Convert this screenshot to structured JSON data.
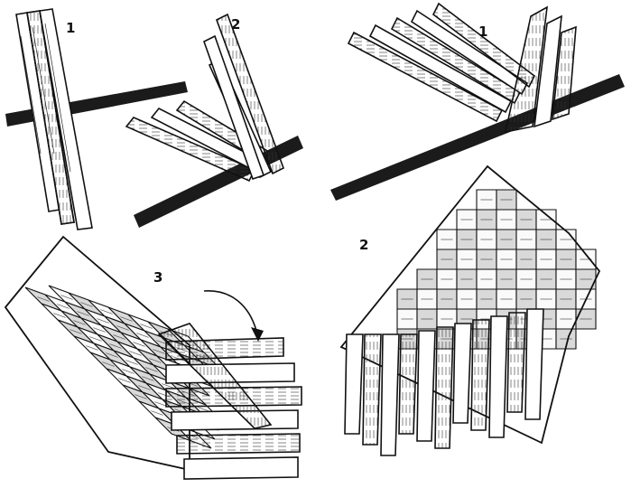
{
  "labels": {
    "top_left_1": "1",
    "top_left_2": "2",
    "top_right_1": "1",
    "bottom_left_3": "3",
    "bottom_right_2": "2"
  },
  "colors": {
    "ink": "#111111",
    "paper": "#ffffff",
    "shade": "#d9d9d9"
  }
}
